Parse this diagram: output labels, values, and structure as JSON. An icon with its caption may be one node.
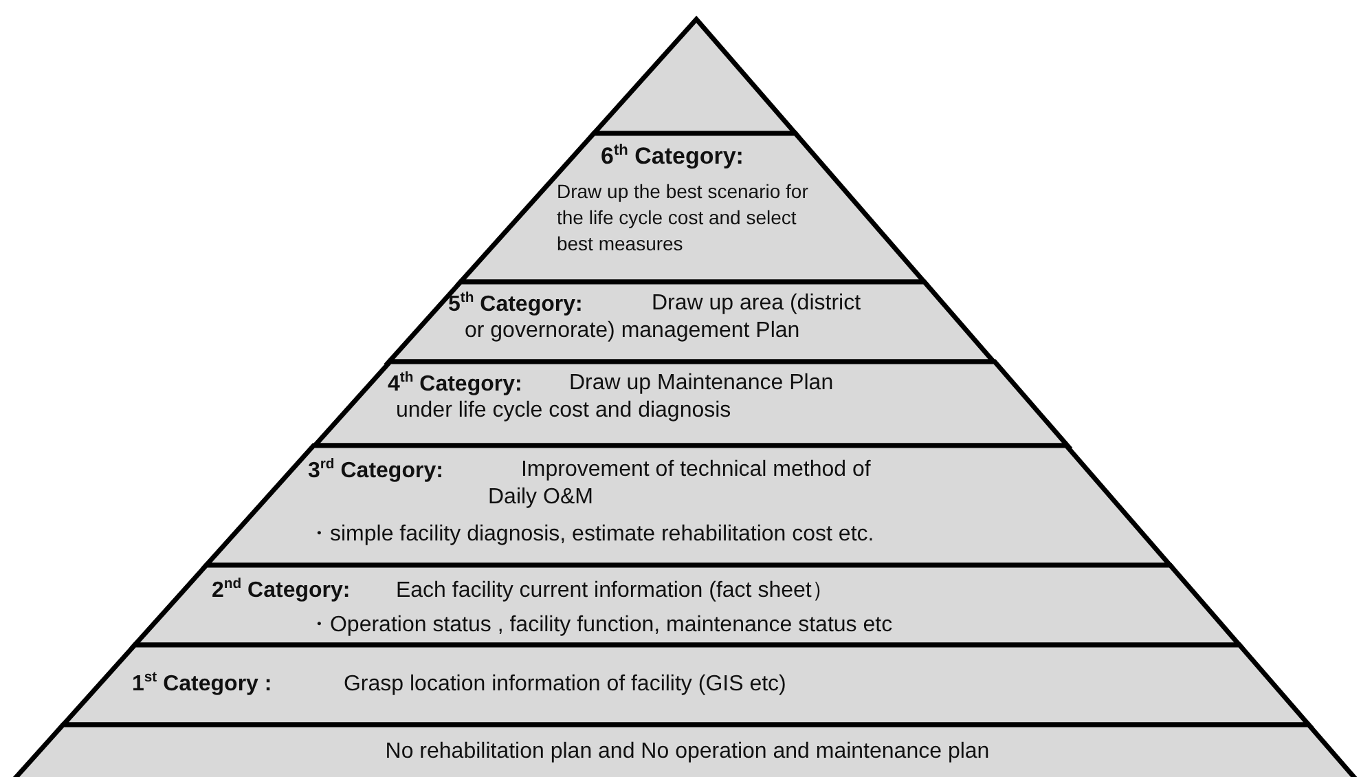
{
  "diagram": {
    "nodes": [
      {
        "text": [],
        "shape": "triangle"
      },
      {
        "text": [
          "6$^{th}$ Category:",
          "Draw up the best scenario for the life cycle cost and select best measures"
        ]
      },
      {
        "text": [
          "5$^{th}$ Category:",
          "Draw up area (district or governorate) management Plan"
        ]
      },
      {
        "text": [
          "4$^{th}$ Category:",
          "Draw up Maintenance Plan under life cycle cost and diagnosis"
        ]
      },
      {
        "text": [
          "3$^{rd}$ Category:",
          "Improvement of technical method of Daily O&M",
          "・simple facility diagnosis, estimate rehabilitation cost  etc."
        ]
      },
      {
        "text": [
          "2$^{nd}$ Category:",
          "Each facility current information (fact sheet）",
          "・Operation status , facility function, maintenance status etc"
        ]
      },
      {
        "text": [
          "1$^{st}$ Category :",
          "Grasp location information of facility (GIS etc)"
        ]
      },
      {
        "text": [
          "No rehabilitation plan and No operation and maintenance plan"
        ]
      }
    ]
  }
}
